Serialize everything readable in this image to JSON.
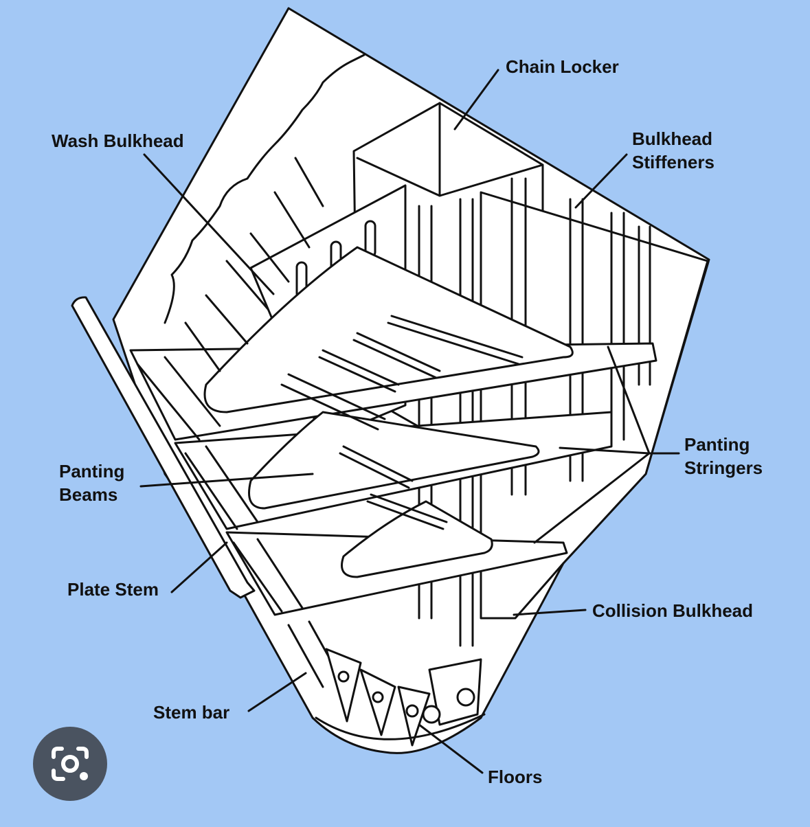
{
  "colors": {
    "background": "#a3c8f5",
    "structure_fill": "#ffffff",
    "line": "#111111",
    "lens_button": "#4a5360"
  },
  "labels": {
    "chain_locker": "Chain Locker",
    "wash_bulkhead": "Wash Bulkhead",
    "bulkhead_stiffeners_1": "Bulkhead",
    "bulkhead_stiffeners_2": "Stiffeners",
    "panting_stringers_1": "Panting",
    "panting_stringers_2": "Stringers",
    "panting_beams_1": "Panting",
    "panting_beams_2": "Beams",
    "plate_stem": "Plate Stem",
    "collision_bulkhead": "Collision Bulkhead",
    "stem_bar": "Stem bar",
    "floors": "Floors"
  },
  "lens_button": {
    "icon": "camera-search-icon"
  }
}
